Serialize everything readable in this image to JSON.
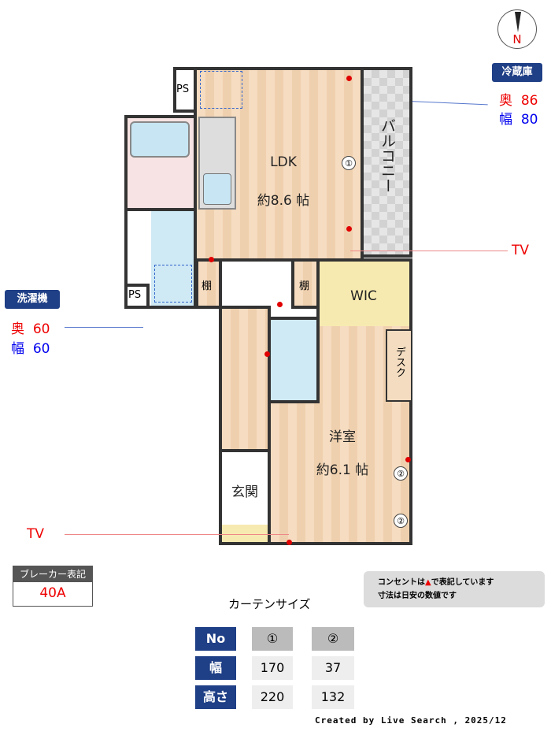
{
  "compass": {
    "label": "N"
  },
  "fridge": {
    "title": "冷蔵庫",
    "depth_label": "奥",
    "depth": "86",
    "width_label": "幅",
    "width": "80"
  },
  "washer": {
    "title": "洗濯機",
    "depth_label": "奥",
    "depth": "60",
    "width_label": "幅",
    "width": "60"
  },
  "rooms": {
    "ldk": "LDK",
    "ldk_size": "約8.6 帖",
    "balcony": "バルコニー",
    "wic": "WIC",
    "western": "洋室",
    "western_size": "約6.1 帖",
    "entrance": "玄関",
    "desk": "デスク",
    "shelf1": "棚",
    "shelf2": "棚",
    "ps1": "PS",
    "ps2": "PS"
  },
  "tv": {
    "label1": "TV",
    "label2": "TV"
  },
  "markers": {
    "m1": "①",
    "m2a": "②",
    "m2b": "②"
  },
  "breaker": {
    "title": "ブレーカー表記",
    "value": "40A"
  },
  "note": {
    "line1a": "コンセントは",
    "line1b": "で表記しています",
    "line2": "寸法は日安の数値です"
  },
  "curtain": {
    "title": "カーテンサイズ",
    "headers": [
      "No",
      "①",
      "②"
    ],
    "rows": [
      {
        "label": "幅",
        "v1": "170",
        "v2": "37"
      },
      {
        "label": "高さ",
        "v1": "220",
        "v2": "132"
      }
    ]
  },
  "credit": "Created by Live Search , 2025/12"
}
